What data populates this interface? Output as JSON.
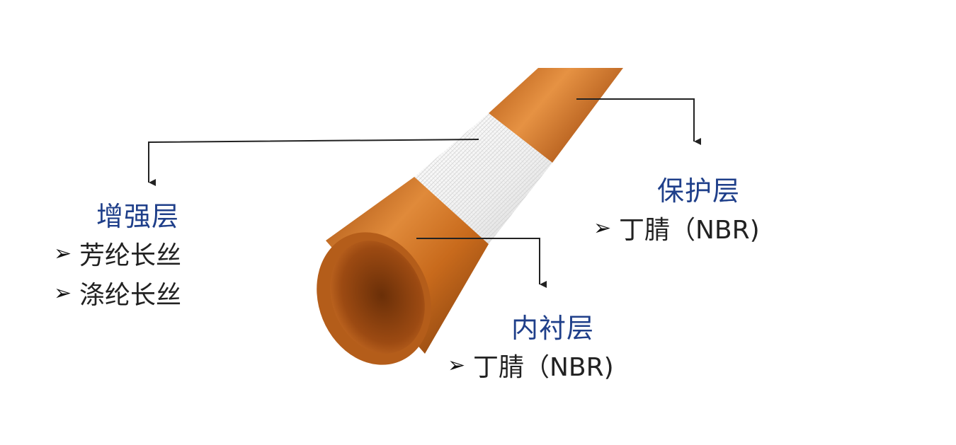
{
  "reinforcement_layer": {
    "title": "增强层",
    "items": [
      "芳纶长丝",
      "涤纶长丝"
    ]
  },
  "cover_layer": {
    "title": "保护层",
    "items": [
      "丁腈（NBR)"
    ]
  },
  "inner_layer": {
    "title": "内衬层",
    "items": [
      "丁腈（NBR)"
    ]
  },
  "colors": {
    "label_title": "#1f3f8a",
    "hose_orange": "#c86a1c",
    "hose_dark": "#7a3a0c",
    "braid_white": "#f2f2f2",
    "leader_line": "#222222"
  },
  "icons": {
    "bullet": "arrowhead-bullet-icon"
  }
}
